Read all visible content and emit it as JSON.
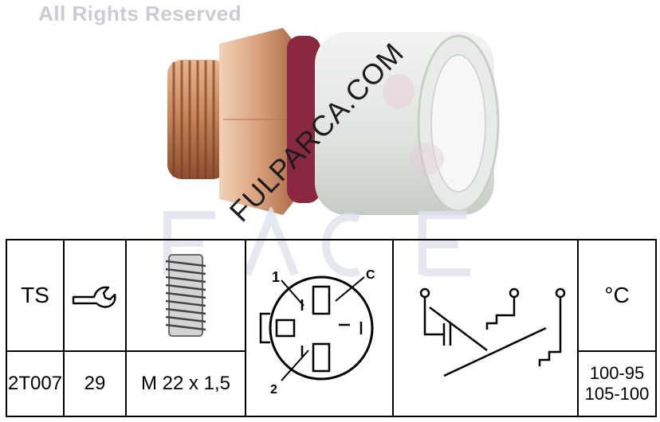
{
  "copyright": "All Rights Reserved",
  "watermark": "FULPARCA.COM",
  "table": {
    "headers": {
      "type_code": "TS",
      "wrench_icon": "wrench-icon",
      "thread_icon": "thread-icon",
      "connector_icon": "connector-diagram-icon",
      "circuit_icon": "circuit-diagram-icon",
      "temperature_unit": "°C"
    },
    "connector_labels": {
      "pin1": "1",
      "pin2": "2",
      "pinC": "C"
    },
    "values": {
      "part_number": "2T007",
      "wrench_size": "29",
      "thread": "M 22 x 1,5",
      "temp_range_1": "100-95",
      "temp_range_2": "105-100"
    }
  }
}
